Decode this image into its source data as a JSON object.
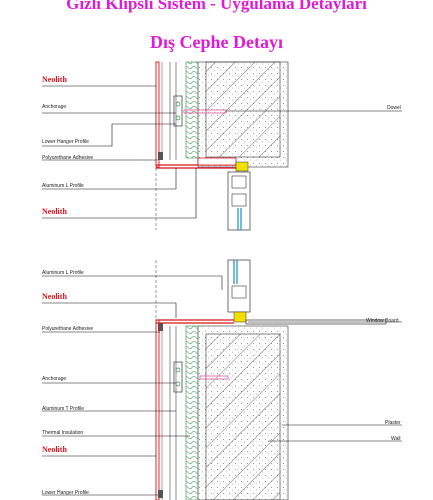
{
  "header": {
    "title": "Gizli Klipsli Sistem - Uygulama Detayları",
    "subtitle": "Dış Cephe Detayı"
  },
  "top_detail": {
    "labels": {
      "neolith_top": "Neolith",
      "anchorage": "Anchorage",
      "dowel": "Dowel",
      "lower_hanger": "Lower Hanger Profile",
      "pu_adhesive": "Polyurethane Adhesive",
      "alu_l": "Aluminum L Profile",
      "neolith_bottom": "Neolith"
    }
  },
  "bottom_detail": {
    "labels": {
      "alu_l": "Aluminum L Profile",
      "neolith_1": "Neolith",
      "pu_adhesive": "Polyurethane Adhesive",
      "window_board": "Window Board",
      "anchorage": "Anchorage",
      "alu_t": "Aluminum T Profile",
      "plaster": "Plaster",
      "thermal_insulation": "Thermal Insulation",
      "wall": "Wall",
      "neolith_2": "Neolith",
      "lower_hanger": "Lower Hanger Profile"
    }
  },
  "colors": {
    "title": "#e01ad8",
    "neolith_label": "#d8141c",
    "panel": "#d8141c",
    "insulation": "#2a8a4a",
    "glazing": "#1f8fc4",
    "dowel": "#e0559a",
    "sealant": "#f3e000"
  }
}
